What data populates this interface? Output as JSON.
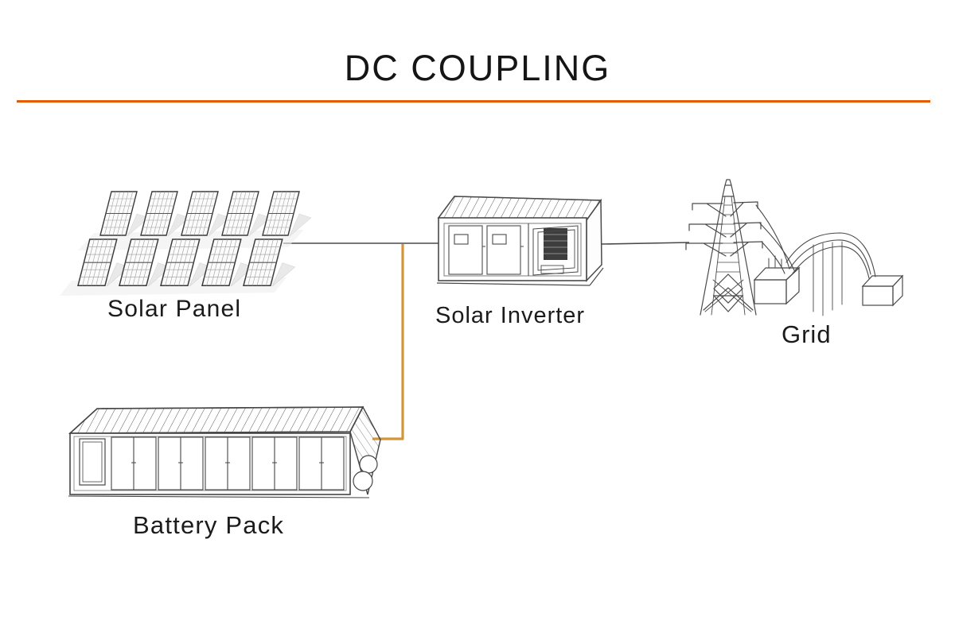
{
  "title": "DC COUPLING",
  "divider": {
    "color": "#e55c00"
  },
  "diagram": {
    "nodes": [
      {
        "id": "solar_panel",
        "label": "Solar Panel"
      },
      {
        "id": "solar_inverter",
        "label": "Solar Inverter"
      },
      {
        "id": "grid",
        "label": "Grid"
      },
      {
        "id": "battery_pack",
        "label": "Battery Pack"
      }
    ],
    "connections": [
      {
        "from": "solar_panel",
        "to": "solar_inverter",
        "style": "solid",
        "color": "#4a4a4a"
      },
      {
        "from": "solar_inverter",
        "to": "grid",
        "style": "solid",
        "color": "#4a4a4a"
      },
      {
        "from": "pv_inverter_line",
        "to": "battery_pack",
        "style": "solid",
        "color": "#d2953c"
      }
    ]
  }
}
